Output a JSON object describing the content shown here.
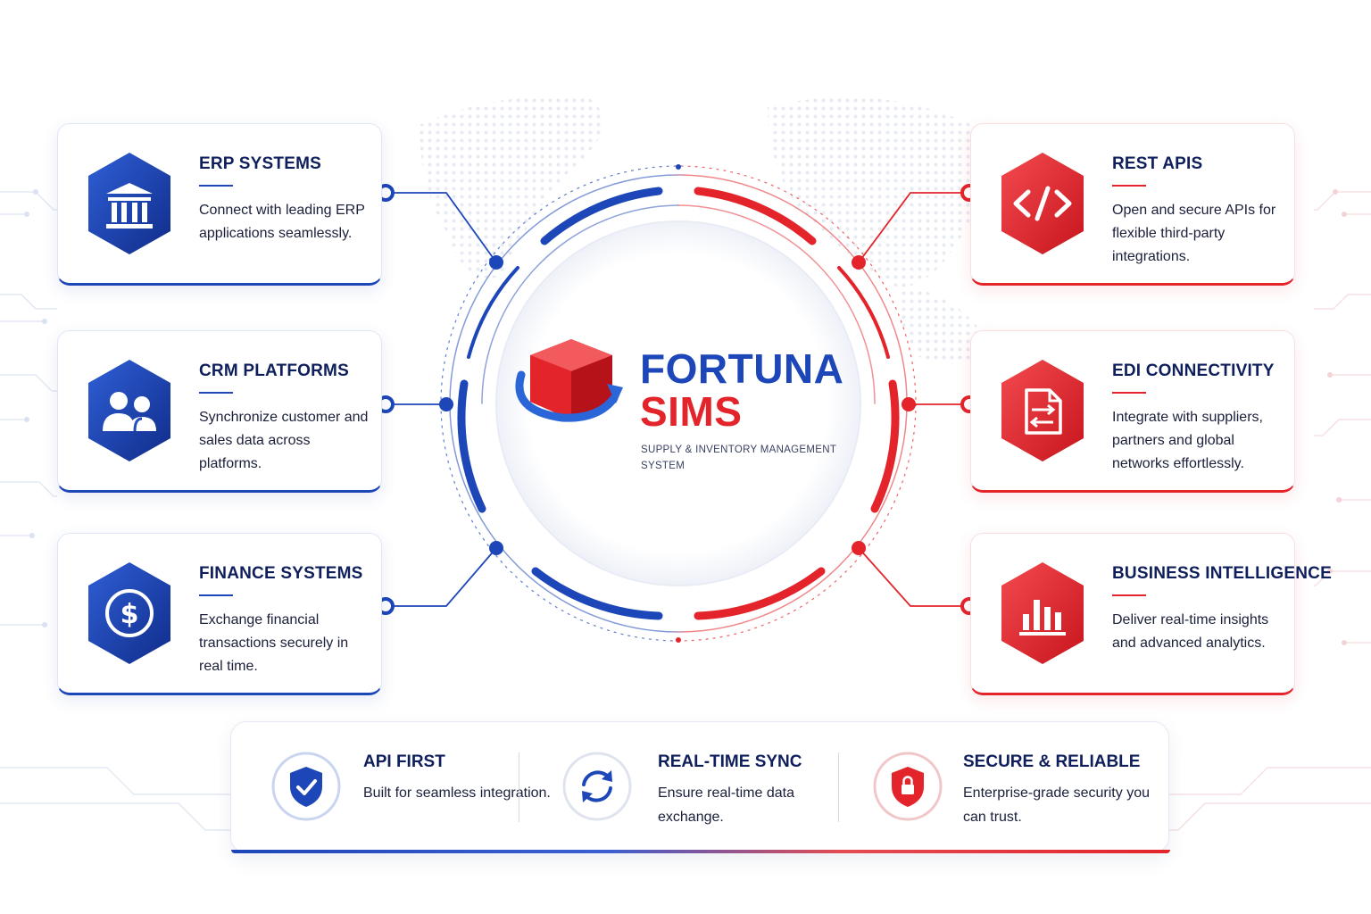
{
  "brand": {
    "line1": "FORTUNA",
    "line2": "SIMS",
    "tagline": "SUPPLY & INVENTORY MANAGEMENT SYSTEM"
  },
  "left_cards": [
    {
      "title": "ERP SYSTEMS",
      "desc": "Connect with leading ERP applications seamlessly.",
      "icon": "bank-icon"
    },
    {
      "title": "CRM PLATFORMS",
      "desc": "Synchronize customer and sales data across platforms.",
      "icon": "users-icon"
    },
    {
      "title": "FINANCE SYSTEMS",
      "desc": "Exchange financial transactions securely in real time.",
      "icon": "dollar-icon"
    }
  ],
  "right_cards": [
    {
      "title": "REST APIS",
      "desc": "Open and secure APIs for flexible third-party integrations.",
      "icon": "code-icon"
    },
    {
      "title": "EDI CONNECTIVITY",
      "desc": "Integrate with suppliers, partners and global networks effortlessly.",
      "icon": "document-exchange-icon"
    },
    {
      "title": "BUSINESS INTELLIGENCE",
      "desc": "Deliver real-time insights and advanced analytics.",
      "icon": "bar-chart-icon"
    }
  ],
  "features": [
    {
      "title": "API FIRST",
      "desc": "Built for seamless integration.",
      "icon": "shield-check-icon"
    },
    {
      "title": "REAL-TIME SYNC",
      "desc": "Ensure real-time data exchange.",
      "icon": "sync-icon"
    },
    {
      "title": "SECURE & RELIABLE",
      "desc": "Enterprise-grade security you can trust.",
      "icon": "lock-shield-icon"
    }
  ],
  "colors": {
    "blue": "#1d46b8",
    "red": "#e3242b",
    "navy": "#0f1f5c"
  }
}
